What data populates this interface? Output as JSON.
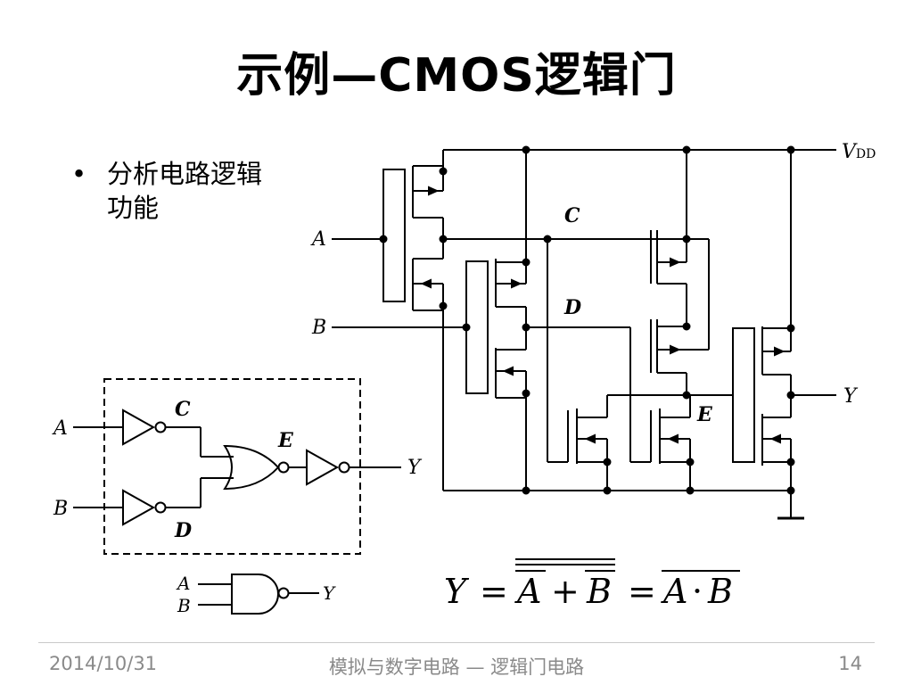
{
  "slide": {
    "title": "示例—CMOS逻辑门",
    "bullet": "分析电路逻辑功能",
    "bullet_line1": "分析电路逻辑",
    "bullet_line2": "功能"
  },
  "schematic": {
    "vdd_main": "V",
    "vdd_sub": "DD",
    "label_A": "A",
    "label_B": "B",
    "label_C": "C",
    "label_D": "D",
    "label_E": "E",
    "label_Y": "Y"
  },
  "logic_diagram": {
    "label_A": "A",
    "label_B": "B",
    "label_C": "C",
    "label_D": "D",
    "label_E": "E",
    "label_Y": "Y"
  },
  "nand_symbol": {
    "label_A": "A",
    "label_B": "B",
    "label_Y": "Y"
  },
  "equation": {
    "text": "Y = A + B = A · B",
    "lhs": "Y",
    "eq1": "=",
    "a1": "A",
    "plus": "+",
    "b1": "B",
    "eq2": "=",
    "a2": "A",
    "dot": "·",
    "b2": "B"
  },
  "footer": {
    "date": "2014/10/31",
    "course": "模拟与数字电路 — 逻辑门电路",
    "page": "14"
  }
}
